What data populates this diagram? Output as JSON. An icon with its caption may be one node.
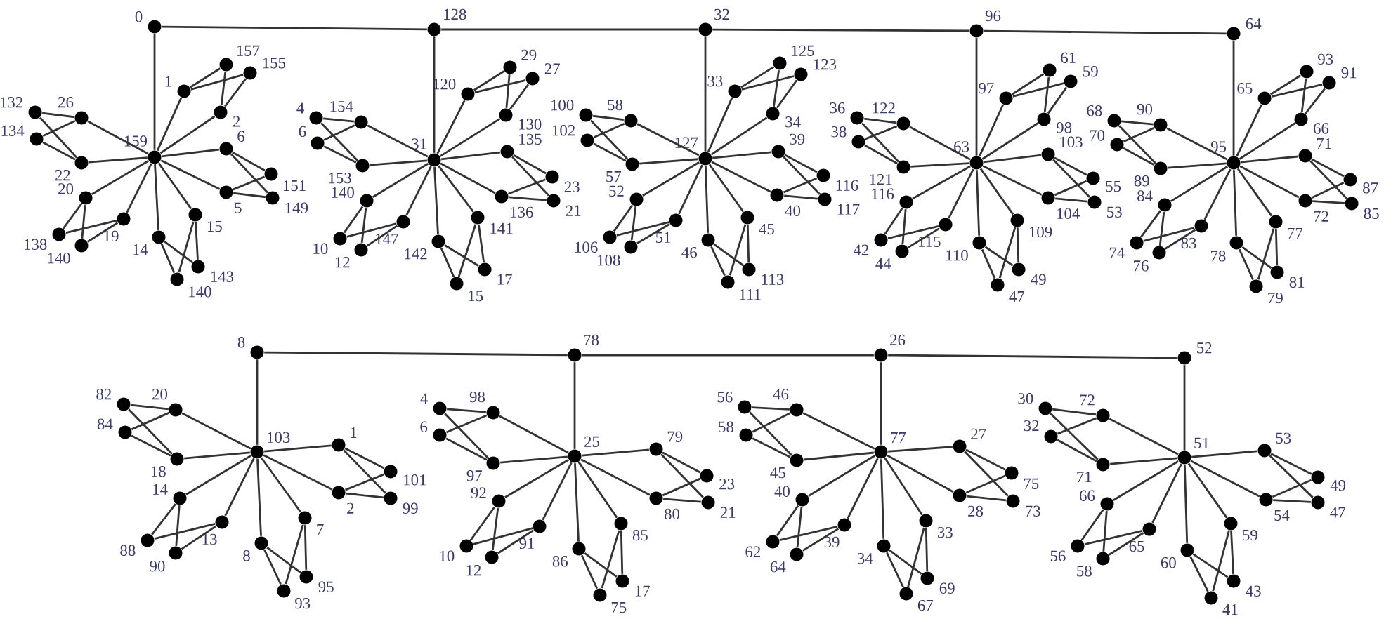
{
  "diagram": {
    "nodes": [
      {
        "text": [
          "0"
        ]
      },
      {
        "text": [
          "159"
        ]
      },
      {
        "text": [
          "1"
        ]
      },
      {
        "text": [
          "2"
        ]
      },
      {
        "text": [
          "157"
        ]
      },
      {
        "text": [
          "155"
        ]
      },
      {
        "text": [
          "6"
        ]
      },
      {
        "text": [
          "5"
        ]
      },
      {
        "text": [
          "151"
        ]
      },
      {
        "text": [
          "149"
        ]
      },
      {
        "text": [
          "14"
        ]
      },
      {
        "text": [
          "15"
        ]
      },
      {
        "text": [
          "140"
        ]
      },
      {
        "text": [
          "143"
        ]
      },
      {
        "text": [
          "20"
        ]
      },
      {
        "text": [
          "19"
        ]
      },
      {
        "text": [
          "138"
        ]
      },
      {
        "text": [
          "140"
        ]
      },
      {
        "text": [
          "26"
        ]
      },
      {
        "text": [
          "22"
        ]
      },
      {
        "text": [
          "132"
        ]
      },
      {
        "text": [
          "134"
        ]
      },
      {
        "text": [
          "128"
        ]
      },
      {
        "text": [
          "31"
        ]
      },
      {
        "text": [
          "120"
        ]
      },
      {
        "text": [
          "130"
        ]
      },
      {
        "text": [
          "29"
        ]
      },
      {
        "text": [
          "27"
        ]
      },
      {
        "text": [
          "135"
        ]
      },
      {
        "text": [
          "136"
        ]
      },
      {
        "text": [
          "23"
        ]
      },
      {
        "text": [
          "21"
        ]
      },
      {
        "text": [
          "142"
        ]
      },
      {
        "text": [
          "141"
        ]
      },
      {
        "text": [
          "15"
        ]
      },
      {
        "text": [
          "17"
        ]
      },
      {
        "text": [
          "140"
        ]
      },
      {
        "text": [
          "147"
        ]
      },
      {
        "text": [
          "10"
        ]
      },
      {
        "text": [
          "12"
        ]
      },
      {
        "text": [
          "154"
        ]
      },
      {
        "text": [
          "153"
        ]
      },
      {
        "text": [
          "4"
        ]
      },
      {
        "text": [
          "6"
        ]
      },
      {
        "text": [
          "32"
        ]
      },
      {
        "text": [
          "127"
        ]
      },
      {
        "text": [
          "33"
        ]
      },
      {
        "text": [
          "34"
        ]
      },
      {
        "text": [
          "125"
        ]
      },
      {
        "text": [
          "123"
        ]
      },
      {
        "text": [
          "39"
        ]
      },
      {
        "text": [
          "40"
        ]
      },
      {
        "text": [
          "116"
        ]
      },
      {
        "text": [
          "117"
        ]
      },
      {
        "text": [
          "46"
        ]
      },
      {
        "text": [
          "45"
        ]
      },
      {
        "text": [
          "111"
        ]
      },
      {
        "text": [
          "113"
        ]
      },
      {
        "text": [
          "52"
        ]
      },
      {
        "text": [
          "51"
        ]
      },
      {
        "text": [
          "106"
        ]
      },
      {
        "text": [
          "108"
        ]
      },
      {
        "text": [
          "58"
        ]
      },
      {
        "text": [
          "57"
        ]
      },
      {
        "text": [
          "100"
        ]
      },
      {
        "text": [
          "102"
        ]
      },
      {
        "text": [
          "96"
        ]
      },
      {
        "text": [
          "63"
        ]
      },
      {
        "text": [
          "97"
        ]
      },
      {
        "text": [
          "98"
        ]
      },
      {
        "text": [
          "61"
        ]
      },
      {
        "text": [
          "59"
        ]
      },
      {
        "text": [
          "103"
        ]
      },
      {
        "text": [
          "104"
        ]
      },
      {
        "text": [
          "55"
        ]
      },
      {
        "text": [
          "53"
        ]
      },
      {
        "text": [
          "110"
        ]
      },
      {
        "text": [
          "109"
        ]
      },
      {
        "text": [
          "47"
        ]
      },
      {
        "text": [
          "49"
        ]
      },
      {
        "text": [
          "116"
        ]
      },
      {
        "text": [
          "115"
        ]
      },
      {
        "text": [
          "42"
        ]
      },
      {
        "text": [
          "44"
        ]
      },
      {
        "text": [
          "122"
        ]
      },
      {
        "text": [
          "121"
        ]
      },
      {
        "text": [
          "36"
        ]
      },
      {
        "text": [
          "38"
        ]
      },
      {
        "text": [
          "64"
        ]
      },
      {
        "text": [
          "95"
        ]
      },
      {
        "text": [
          "65"
        ]
      },
      {
        "text": [
          "66"
        ]
      },
      {
        "text": [
          "93"
        ]
      },
      {
        "text": [
          "91"
        ]
      },
      {
        "text": [
          "71"
        ]
      },
      {
        "text": [
          "72"
        ]
      },
      {
        "text": [
          "87"
        ]
      },
      {
        "text": [
          "85"
        ]
      },
      {
        "text": [
          "78"
        ]
      },
      {
        "text": [
          "77"
        ]
      },
      {
        "text": [
          "79"
        ]
      },
      {
        "text": [
          "81"
        ]
      },
      {
        "text": [
          "84"
        ]
      },
      {
        "text": [
          "83"
        ]
      },
      {
        "text": [
          "74"
        ]
      },
      {
        "text": [
          "76"
        ]
      },
      {
        "text": [
          "90"
        ]
      },
      {
        "text": [
          "89"
        ]
      },
      {
        "text": [
          "68"
        ]
      },
      {
        "text": [
          "70"
        ]
      },
      {
        "text": [
          "8"
        ]
      },
      {
        "text": [
          "103"
        ]
      },
      {
        "text": [
          "1"
        ]
      },
      {
        "text": [
          "2"
        ]
      },
      {
        "text": [
          "101"
        ]
      },
      {
        "text": [
          "99"
        ]
      },
      {
        "text": [
          "8"
        ]
      },
      {
        "text": [
          "7"
        ]
      },
      {
        "text": [
          "93"
        ]
      },
      {
        "text": [
          "95"
        ]
      },
      {
        "text": [
          "14"
        ]
      },
      {
        "text": [
          "13"
        ]
      },
      {
        "text": [
          "88"
        ]
      },
      {
        "text": [
          "90"
        ]
      },
      {
        "text": [
          "20"
        ]
      },
      {
        "text": [
          "18"
        ]
      },
      {
        "text": [
          "82"
        ]
      },
      {
        "text": [
          "84"
        ]
      },
      {
        "text": [
          "78"
        ]
      },
      {
        "text": [
          "25"
        ]
      },
      {
        "text": [
          "79"
        ]
      },
      {
        "text": [
          "80"
        ]
      },
      {
        "text": [
          "23"
        ]
      },
      {
        "text": [
          "21"
        ]
      },
      {
        "text": [
          "86"
        ]
      },
      {
        "text": [
          "85"
        ]
      },
      {
        "text": [
          "75"
        ]
      },
      {
        "text": [
          "17"
        ]
      },
      {
        "text": [
          "92"
        ]
      },
      {
        "text": [
          "91"
        ]
      },
      {
        "text": [
          "10"
        ]
      },
      {
        "text": [
          "12"
        ]
      },
      {
        "text": [
          "98"
        ]
      },
      {
        "text": [
          "97"
        ]
      },
      {
        "text": [
          "4"
        ]
      },
      {
        "text": [
          "6"
        ]
      },
      {
        "text": [
          "26"
        ]
      },
      {
        "text": [
          "77"
        ]
      },
      {
        "text": [
          "27"
        ]
      },
      {
        "text": [
          "28"
        ]
      },
      {
        "text": [
          "75"
        ]
      },
      {
        "text": [
          "73"
        ]
      },
      {
        "text": [
          "34"
        ]
      },
      {
        "text": [
          "33"
        ]
      },
      {
        "text": [
          "67"
        ]
      },
      {
        "text": [
          "69"
        ]
      },
      {
        "text": [
          "40"
        ]
      },
      {
        "text": [
          "39"
        ]
      },
      {
        "text": [
          "62"
        ]
      },
      {
        "text": [
          "64"
        ]
      },
      {
        "text": [
          "46"
        ]
      },
      {
        "text": [
          "45"
        ]
      },
      {
        "text": [
          "56"
        ]
      },
      {
        "text": [
          "58"
        ]
      },
      {
        "text": [
          "52"
        ]
      },
      {
        "text": [
          "51"
        ]
      },
      {
        "text": [
          "53"
        ]
      },
      {
        "text": [
          "54"
        ]
      },
      {
        "text": [
          "49"
        ]
      },
      {
        "text": [
          "47"
        ]
      },
      {
        "text": [
          "60"
        ]
      },
      {
        "text": [
          "59"
        ]
      },
      {
        "text": [
          "41"
        ]
      },
      {
        "text": [
          "43"
        ]
      },
      {
        "text": [
          "66"
        ]
      },
      {
        "text": [
          "65"
        ]
      },
      {
        "text": [
          "56"
        ]
      },
      {
        "text": [
          "58"
        ]
      },
      {
        "text": [
          "72"
        ]
      },
      {
        "text": [
          "71"
        ]
      },
      {
        "text": [
          "30"
        ]
      },
      {
        "text": [
          "32"
        ]
      }
    ],
    "edges": [
      {
        "from": 0,
        "to": 22,
        "arrow": "none"
      },
      {
        "from": 22,
        "to": 44,
        "arrow": "none"
      },
      {
        "from": 44,
        "to": 66,
        "arrow": "none"
      },
      {
        "from": 66,
        "to": 88,
        "arrow": "none"
      },
      {
        "from": 110,
        "to": 128,
        "arrow": "none"
      },
      {
        "from": 128,
        "to": 146,
        "arrow": "none"
      },
      {
        "from": 146,
        "to": 164,
        "arrow": "none"
      },
      {
        "from": 0,
        "to": 1,
        "arrow": "none"
      },
      {
        "from": 1,
        "to": 2,
        "arrow": "none"
      },
      {
        "from": 1,
        "to": 3,
        "arrow": "none"
      },
      {
        "from": 2,
        "to": 4,
        "arrow": "none"
      },
      {
        "from": 2,
        "to": 5,
        "arrow": "none"
      },
      {
        "from": 3,
        "to": 4,
        "arrow": "none"
      },
      {
        "from": 3,
        "to": 5,
        "arrow": "none"
      },
      {
        "from": 1,
        "to": 6,
        "arrow": "none"
      },
      {
        "from": 1,
        "to": 7,
        "arrow": "none"
      },
      {
        "from": 6,
        "to": 8,
        "arrow": "none"
      },
      {
        "from": 6,
        "to": 9,
        "arrow": "none"
      },
      {
        "from": 7,
        "to": 8,
        "arrow": "none"
      },
      {
        "from": 7,
        "to": 9,
        "arrow": "none"
      },
      {
        "from": 1,
        "to": 10,
        "arrow": "none"
      },
      {
        "from": 1,
        "to": 11,
        "arrow": "none"
      },
      {
        "from": 10,
        "to": 12,
        "arrow": "none"
      },
      {
        "from": 10,
        "to": 13,
        "arrow": "none"
      },
      {
        "from": 11,
        "to": 12,
        "arrow": "none"
      },
      {
        "from": 11,
        "to": 13,
        "arrow": "none"
      },
      {
        "from": 1,
        "to": 14,
        "arrow": "none"
      },
      {
        "from": 1,
        "to": 15,
        "arrow": "none"
      },
      {
        "from": 14,
        "to": 16,
        "arrow": "none"
      },
      {
        "from": 14,
        "to": 17,
        "arrow": "none"
      },
      {
        "from": 15,
        "to": 16,
        "arrow": "none"
      },
      {
        "from": 15,
        "to": 17,
        "arrow": "none"
      },
      {
        "from": 1,
        "to": 18,
        "arrow": "none"
      },
      {
        "from": 1,
        "to": 19,
        "arrow": "none"
      },
      {
        "from": 18,
        "to": 20,
        "arrow": "none"
      },
      {
        "from": 18,
        "to": 21,
        "arrow": "none"
      },
      {
        "from": 19,
        "to": 20,
        "arrow": "none"
      },
      {
        "from": 19,
        "to": 21,
        "arrow": "none"
      },
      {
        "from": 22,
        "to": 23,
        "arrow": "none"
      },
      {
        "from": 23,
        "to": 24,
        "arrow": "none"
      },
      {
        "from": 23,
        "to": 25,
        "arrow": "none"
      },
      {
        "from": 24,
        "to": 26,
        "arrow": "none"
      },
      {
        "from": 24,
        "to": 27,
        "arrow": "none"
      },
      {
        "from": 25,
        "to": 26,
        "arrow": "none"
      },
      {
        "from": 25,
        "to": 27,
        "arrow": "none"
      },
      {
        "from": 23,
        "to": 28,
        "arrow": "none"
      },
      {
        "from": 23,
        "to": 29,
        "arrow": "none"
      },
      {
        "from": 28,
        "to": 30,
        "arrow": "none"
      },
      {
        "from": 28,
        "to": 31,
        "arrow": "none"
      },
      {
        "from": 29,
        "to": 30,
        "arrow": "none"
      },
      {
        "from": 29,
        "to": 31,
        "arrow": "none"
      },
      {
        "from": 23,
        "to": 32,
        "arrow": "none"
      },
      {
        "from": 23,
        "to": 33,
        "arrow": "none"
      },
      {
        "from": 32,
        "to": 34,
        "arrow": "none"
      },
      {
        "from": 32,
        "to": 35,
        "arrow": "none"
      },
      {
        "from": 33,
        "to": 34,
        "arrow": "none"
      },
      {
        "from": 33,
        "to": 35,
        "arrow": "none"
      },
      {
        "from": 23,
        "to": 36,
        "arrow": "none"
      },
      {
        "from": 23,
        "to": 37,
        "arrow": "none"
      },
      {
        "from": 36,
        "to": 38,
        "arrow": "none"
      },
      {
        "from": 36,
        "to": 39,
        "arrow": "none"
      },
      {
        "from": 37,
        "to": 38,
        "arrow": "none"
      },
      {
        "from": 37,
        "to": 39,
        "arrow": "none"
      },
      {
        "from": 23,
        "to": 40,
        "arrow": "none"
      },
      {
        "from": 23,
        "to": 41,
        "arrow": "none"
      },
      {
        "from": 40,
        "to": 42,
        "arrow": "none"
      },
      {
        "from": 40,
        "to": 43,
        "arrow": "none"
      },
      {
        "from": 41,
        "to": 42,
        "arrow": "none"
      },
      {
        "from": 41,
        "to": 43,
        "arrow": "none"
      },
      {
        "from": 44,
        "to": 45,
        "arrow": "none"
      },
      {
        "from": 45,
        "to": 46,
        "arrow": "none"
      },
      {
        "from": 45,
        "to": 47,
        "arrow": "none"
      },
      {
        "from": 46,
        "to": 48,
        "arrow": "none"
      },
      {
        "from": 46,
        "to": 49,
        "arrow": "none"
      },
      {
        "from": 47,
        "to": 48,
        "arrow": "none"
      },
      {
        "from": 47,
        "to": 49,
        "arrow": "none"
      },
      {
        "from": 45,
        "to": 50,
        "arrow": "none"
      },
      {
        "from": 45,
        "to": 51,
        "arrow": "none"
      },
      {
        "from": 50,
        "to": 52,
        "arrow": "none"
      },
      {
        "from": 50,
        "to": 53,
        "arrow": "none"
      },
      {
        "from": 51,
        "to": 52,
        "arrow": "none"
      },
      {
        "from": 51,
        "to": 53,
        "arrow": "none"
      },
      {
        "from": 45,
        "to": 54,
        "arrow": "none"
      },
      {
        "from": 45,
        "to": 55,
        "arrow": "none"
      },
      {
        "from": 54,
        "to": 56,
        "arrow": "none"
      },
      {
        "from": 54,
        "to": 57,
        "arrow": "none"
      },
      {
        "from": 55,
        "to": 56,
        "arrow": "none"
      },
      {
        "from": 55,
        "to": 57,
        "arrow": "none"
      },
      {
        "from": 45,
        "to": 58,
        "arrow": "none"
      },
      {
        "from": 45,
        "to": 59,
        "arrow": "none"
      },
      {
        "from": 58,
        "to": 60,
        "arrow": "none"
      },
      {
        "from": 58,
        "to": 61,
        "arrow": "none"
      },
      {
        "from": 59,
        "to": 60,
        "arrow": "none"
      },
      {
        "from": 59,
        "to": 61,
        "arrow": "none"
      },
      {
        "from": 45,
        "to": 62,
        "arrow": "none"
      },
      {
        "from": 45,
        "to": 63,
        "arrow": "none"
      },
      {
        "from": 62,
        "to": 64,
        "arrow": "none"
      },
      {
        "from": 62,
        "to": 65,
        "arrow": "none"
      },
      {
        "from": 63,
        "to": 64,
        "arrow": "none"
      },
      {
        "from": 63,
        "to": 65,
        "arrow": "none"
      },
      {
        "from": 66,
        "to": 67,
        "arrow": "none"
      },
      {
        "from": 67,
        "to": 68,
        "arrow": "none"
      },
      {
        "from": 67,
        "to": 69,
        "arrow": "none"
      },
      {
        "from": 68,
        "to": 70,
        "arrow": "none"
      },
      {
        "from": 68,
        "to": 71,
        "arrow": "none"
      },
      {
        "from": 69,
        "to": 70,
        "arrow": "none"
      },
      {
        "from": 69,
        "to": 71,
        "arrow": "none"
      },
      {
        "from": 67,
        "to": 72,
        "arrow": "none"
      },
      {
        "from": 67,
        "to": 73,
        "arrow": "none"
      },
      {
        "from": 72,
        "to": 74,
        "arrow": "none"
      },
      {
        "from": 72,
        "to": 75,
        "arrow": "none"
      },
      {
        "from": 73,
        "to": 74,
        "arrow": "none"
      },
      {
        "from": 73,
        "to": 75,
        "arrow": "none"
      },
      {
        "from": 67,
        "to": 76,
        "arrow": "none"
      },
      {
        "from": 67,
        "to": 77,
        "arrow": "none"
      },
      {
        "from": 76,
        "to": 78,
        "arrow": "none"
      },
      {
        "from": 76,
        "to": 79,
        "arrow": "none"
      },
      {
        "from": 77,
        "to": 78,
        "arrow": "none"
      },
      {
        "from": 77,
        "to": 79,
        "arrow": "none"
      },
      {
        "from": 67,
        "to": 80,
        "arrow": "none"
      },
      {
        "from": 67,
        "to": 81,
        "arrow": "none"
      },
      {
        "from": 80,
        "to": 82,
        "arrow": "none"
      },
      {
        "from": 80,
        "to": 83,
        "arrow": "none"
      },
      {
        "from": 81,
        "to": 82,
        "arrow": "none"
      },
      {
        "from": 81,
        "to": 83,
        "arrow": "none"
      },
      {
        "from": 67,
        "to": 84,
        "arrow": "none"
      },
      {
        "from": 67,
        "to": 85,
        "arrow": "none"
      },
      {
        "from": 84,
        "to": 86,
        "arrow": "none"
      },
      {
        "from": 84,
        "to": 87,
        "arrow": "none"
      },
      {
        "from": 85,
        "to": 86,
        "arrow": "none"
      },
      {
        "from": 85,
        "to": 87,
        "arrow": "none"
      },
      {
        "from": 88,
        "to": 89,
        "arrow": "none"
      },
      {
        "from": 89,
        "to": 90,
        "arrow": "none"
      },
      {
        "from": 89,
        "to": 91,
        "arrow": "none"
      },
      {
        "from": 90,
        "to": 92,
        "arrow": "none"
      },
      {
        "from": 90,
        "to": 93,
        "arrow": "none"
      },
      {
        "from": 91,
        "to": 92,
        "arrow": "none"
      },
      {
        "from": 91,
        "to": 93,
        "arrow": "none"
      },
      {
        "from": 89,
        "to": 94,
        "arrow": "none"
      },
      {
        "from": 89,
        "to": 95,
        "arrow": "none"
      },
      {
        "from": 94,
        "to": 96,
        "arrow": "none"
      },
      {
        "from": 94,
        "to": 97,
        "arrow": "none"
      },
      {
        "from": 95,
        "to": 96,
        "arrow": "none"
      },
      {
        "from": 95,
        "to": 97,
        "arrow": "none"
      },
      {
        "from": 89,
        "to": 98,
        "arrow": "none"
      },
      {
        "from": 89,
        "to": 99,
        "arrow": "none"
      },
      {
        "from": 98,
        "to": 100,
        "arrow": "none"
      },
      {
        "from": 98,
        "to": 101,
        "arrow": "none"
      },
      {
        "from": 99,
        "to": 100,
        "arrow": "none"
      },
      {
        "from": 99,
        "to": 101,
        "arrow": "none"
      },
      {
        "from": 89,
        "to": 102,
        "arrow": "none"
      },
      {
        "from": 89,
        "to": 103,
        "arrow": "none"
      },
      {
        "from": 102,
        "to": 104,
        "arrow": "none"
      },
      {
        "from": 102,
        "to": 105,
        "arrow": "none"
      },
      {
        "from": 103,
        "to": 104,
        "arrow": "none"
      },
      {
        "from": 103,
        "to": 105,
        "arrow": "none"
      },
      {
        "from": 89,
        "to": 106,
        "arrow": "none"
      },
      {
        "from": 89,
        "to": 107,
        "arrow": "none"
      },
      {
        "from": 106,
        "to": 108,
        "arrow": "none"
      },
      {
        "from": 106,
        "to": 109,
        "arrow": "none"
      },
      {
        "from": 107,
        "to": 108,
        "arrow": "none"
      },
      {
        "from": 107,
        "to": 109,
        "arrow": "none"
      },
      {
        "from": 110,
        "to": 111,
        "arrow": "none"
      },
      {
        "from": 111,
        "to": 112,
        "arrow": "none"
      },
      {
        "from": 111,
        "to": 113,
        "arrow": "none"
      },
      {
        "from": 112,
        "to": 114,
        "arrow": "none"
      },
      {
        "from": 112,
        "to": 115,
        "arrow": "none"
      },
      {
        "from": 113,
        "to": 114,
        "arrow": "none"
      },
      {
        "from": 113,
        "to": 115,
        "arrow": "none"
      },
      {
        "from": 111,
        "to": 116,
        "arrow": "none"
      },
      {
        "from": 111,
        "to": 117,
        "arrow": "none"
      },
      {
        "from": 116,
        "to": 118,
        "arrow": "none"
      },
      {
        "from": 116,
        "to": 119,
        "arrow": "none"
      },
      {
        "from": 117,
        "to": 118,
        "arrow": "none"
      },
      {
        "from": 117,
        "to": 119,
        "arrow": "none"
      },
      {
        "from": 111,
        "to": 120,
        "arrow": "none"
      },
      {
        "from": 111,
        "to": 121,
        "arrow": "none"
      },
      {
        "from": 120,
        "to": 122,
        "arrow": "none"
      },
      {
        "from": 120,
        "to": 123,
        "arrow": "none"
      },
      {
        "from": 121,
        "to": 122,
        "arrow": "none"
      },
      {
        "from": 121,
        "to": 123,
        "arrow": "none"
      },
      {
        "from": 111,
        "to": 124,
        "arrow": "none"
      },
      {
        "from": 111,
        "to": 125,
        "arrow": "none"
      },
      {
        "from": 124,
        "to": 126,
        "arrow": "none"
      },
      {
        "from": 124,
        "to": 127,
        "arrow": "none"
      },
      {
        "from": 125,
        "to": 126,
        "arrow": "none"
      },
      {
        "from": 125,
        "to": 127,
        "arrow": "none"
      },
      {
        "from": 128,
        "to": 129,
        "arrow": "none"
      },
      {
        "from": 129,
        "to": 130,
        "arrow": "none"
      },
      {
        "from": 129,
        "to": 131,
        "arrow": "none"
      },
      {
        "from": 130,
        "to": 132,
        "arrow": "none"
      },
      {
        "from": 130,
        "to": 133,
        "arrow": "none"
      },
      {
        "from": 131,
        "to": 132,
        "arrow": "none"
      },
      {
        "from": 131,
        "to": 133,
        "arrow": "none"
      },
      {
        "from": 129,
        "to": 134,
        "arrow": "none"
      },
      {
        "from": 129,
        "to": 135,
        "arrow": "none"
      },
      {
        "from": 134,
        "to": 136,
        "arrow": "none"
      },
      {
        "from": 134,
        "to": 137,
        "arrow": "none"
      },
      {
        "from": 135,
        "to": 136,
        "arrow": "none"
      },
      {
        "from": 135,
        "to": 137,
        "arrow": "none"
      },
      {
        "from": 129,
        "to": 138,
        "arrow": "none"
      },
      {
        "from": 129,
        "to": 139,
        "arrow": "none"
      },
      {
        "from": 138,
        "to": 140,
        "arrow": "none"
      },
      {
        "from": 138,
        "to": 141,
        "arrow": "none"
      },
      {
        "from": 139,
        "to": 140,
        "arrow": "none"
      },
      {
        "from": 139,
        "to": 141,
        "arrow": "none"
      },
      {
        "from": 129,
        "to": 142,
        "arrow": "none"
      },
      {
        "from": 129,
        "to": 143,
        "arrow": "none"
      },
      {
        "from": 142,
        "to": 144,
        "arrow": "none"
      },
      {
        "from": 142,
        "to": 145,
        "arrow": "none"
      },
      {
        "from": 143,
        "to": 144,
        "arrow": "none"
      },
      {
        "from": 143,
        "to": 145,
        "arrow": "none"
      },
      {
        "from": 146,
        "to": 147,
        "arrow": "none"
      },
      {
        "from": 147,
        "to": 148,
        "arrow": "none"
      },
      {
        "from": 147,
        "to": 149,
        "arrow": "none"
      },
      {
        "from": 148,
        "to": 150,
        "arrow": "none"
      },
      {
        "from": 148,
        "to": 151,
        "arrow": "none"
      },
      {
        "from": 149,
        "to": 150,
        "arrow": "none"
      },
      {
        "from": 149,
        "to": 151,
        "arrow": "none"
      },
      {
        "from": 147,
        "to": 152,
        "arrow": "none"
      },
      {
        "from": 147,
        "to": 153,
        "arrow": "none"
      },
      {
        "from": 152,
        "to": 154,
        "arrow": "none"
      },
      {
        "from": 152,
        "to": 155,
        "arrow": "none"
      },
      {
        "from": 153,
        "to": 154,
        "arrow": "none"
      },
      {
        "from": 153,
        "to": 155,
        "arrow": "none"
      },
      {
        "from": 147,
        "to": 156,
        "arrow": "none"
      },
      {
        "from": 147,
        "to": 157,
        "arrow": "none"
      },
      {
        "from": 156,
        "to": 158,
        "arrow": "none"
      },
      {
        "from": 156,
        "to": 159,
        "arrow": "none"
      },
      {
        "from": 157,
        "to": 158,
        "arrow": "none"
      },
      {
        "from": 157,
        "to": 159,
        "arrow": "none"
      },
      {
        "from": 147,
        "to": 160,
        "arrow": "none"
      },
      {
        "from": 147,
        "to": 161,
        "arrow": "none"
      },
      {
        "from": 160,
        "to": 162,
        "arrow": "none"
      },
      {
        "from": 160,
        "to": 163,
        "arrow": "none"
      },
      {
        "from": 161,
        "to": 162,
        "arrow": "none"
      },
      {
        "from": 161,
        "to": 163,
        "arrow": "none"
      },
      {
        "from": 164,
        "to": 165,
        "arrow": "none"
      },
      {
        "from": 165,
        "to": 166,
        "arrow": "none"
      },
      {
        "from": 165,
        "to": 167,
        "arrow": "none"
      },
      {
        "from": 166,
        "to": 168,
        "arrow": "none"
      },
      {
        "from": 166,
        "to": 169,
        "arrow": "none"
      },
      {
        "from": 167,
        "to": 168,
        "arrow": "none"
      },
      {
        "from": 167,
        "to": 169,
        "arrow": "none"
      },
      {
        "from": 165,
        "to": 170,
        "arrow": "none"
      },
      {
        "from": 165,
        "to": 171,
        "arrow": "none"
      },
      {
        "from": 170,
        "to": 172,
        "arrow": "none"
      },
      {
        "from": 170,
        "to": 173,
        "arrow": "none"
      },
      {
        "from": 171,
        "to": 172,
        "arrow": "none"
      },
      {
        "from": 171,
        "to": 173,
        "arrow": "none"
      },
      {
        "from": 165,
        "to": 174,
        "arrow": "none"
      },
      {
        "from": 165,
        "to": 175,
        "arrow": "none"
      },
      {
        "from": 174,
        "to": 176,
        "arrow": "none"
      },
      {
        "from": 174,
        "to": 177,
        "arrow": "none"
      },
      {
        "from": 175,
        "to": 176,
        "arrow": "none"
      },
      {
        "from": 175,
        "to": 177,
        "arrow": "none"
      },
      {
        "from": 165,
        "to": 178,
        "arrow": "none"
      },
      {
        "from": 165,
        "to": 179,
        "arrow": "none"
      },
      {
        "from": 178,
        "to": 180,
        "arrow": "none"
      },
      {
        "from": 178,
        "to": 181,
        "arrow": "none"
      },
      {
        "from": 179,
        "to": 180,
        "arrow": "none"
      },
      {
        "from": 179,
        "to": 181,
        "arrow": "none"
      }
    ]
  }
}
